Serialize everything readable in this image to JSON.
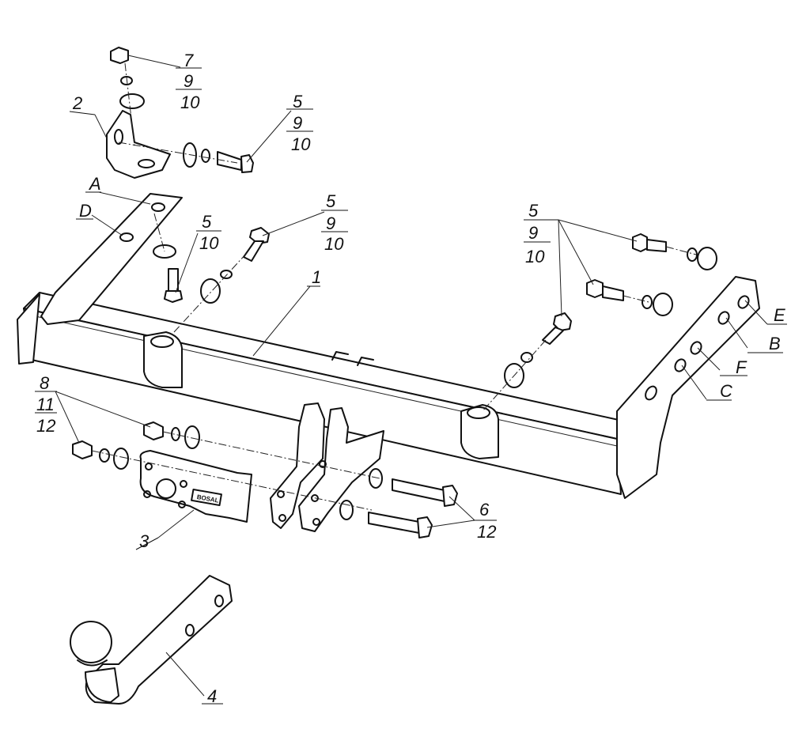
{
  "callouts": {
    "c7": [
      "7",
      "9",
      "10"
    ],
    "c2": "2",
    "c5a": [
      "5",
      "9",
      "10"
    ],
    "cA": "A",
    "cD": "D",
    "c5b": [
      "5",
      "10"
    ],
    "c5c": [
      "5",
      "9",
      "10"
    ],
    "c1": "1",
    "c5d": [
      "5",
      "9",
      "10"
    ],
    "cE": "E",
    "cB": "B",
    "cF": "F",
    "cC": "C",
    "c8": [
      "8",
      "11",
      "12"
    ],
    "c6": [
      "6",
      "12"
    ],
    "c3": "3",
    "c4": "4"
  },
  "plate_text": "BOSAL"
}
